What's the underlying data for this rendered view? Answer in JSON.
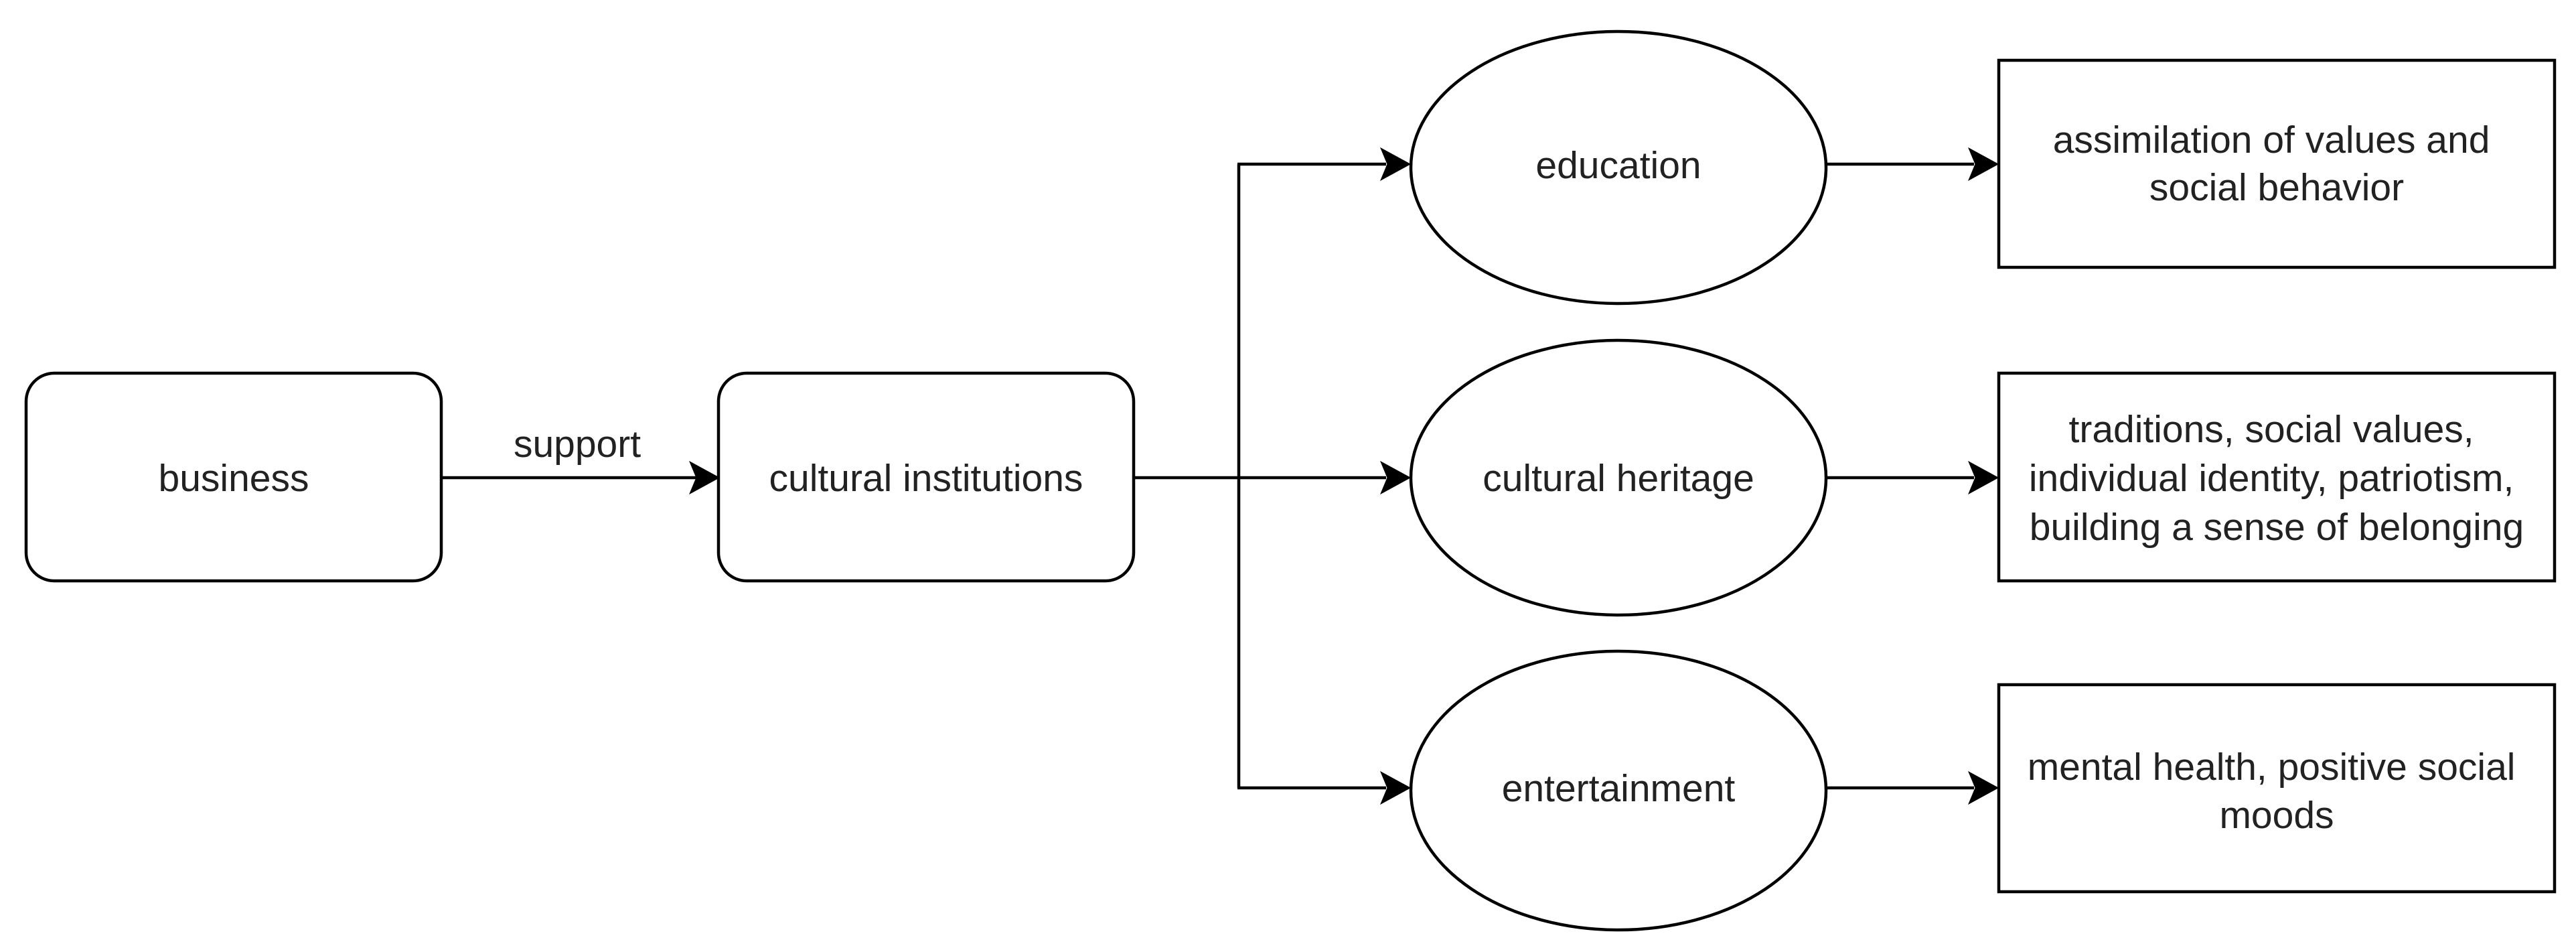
{
  "nodes": {
    "business": {
      "label": "business"
    },
    "cultural_institutions": {
      "label": "cultural institutions"
    },
    "education": {
      "label": "education"
    },
    "cultural_heritage": {
      "label": "cultural heritage"
    },
    "entertainment": {
      "label": "entertainment"
    },
    "values_box": {
      "lines": [
        "assimilation of values and",
        "social behavior"
      ]
    },
    "heritage_box": {
      "lines": [
        "traditions, social values,",
        "individual identity, patriotism,",
        "building a sense of belonging"
      ]
    },
    "health_box": {
      "lines": [
        "mental health, positive social",
        "moods"
      ]
    }
  },
  "edges": {
    "support_label": "support"
  }
}
